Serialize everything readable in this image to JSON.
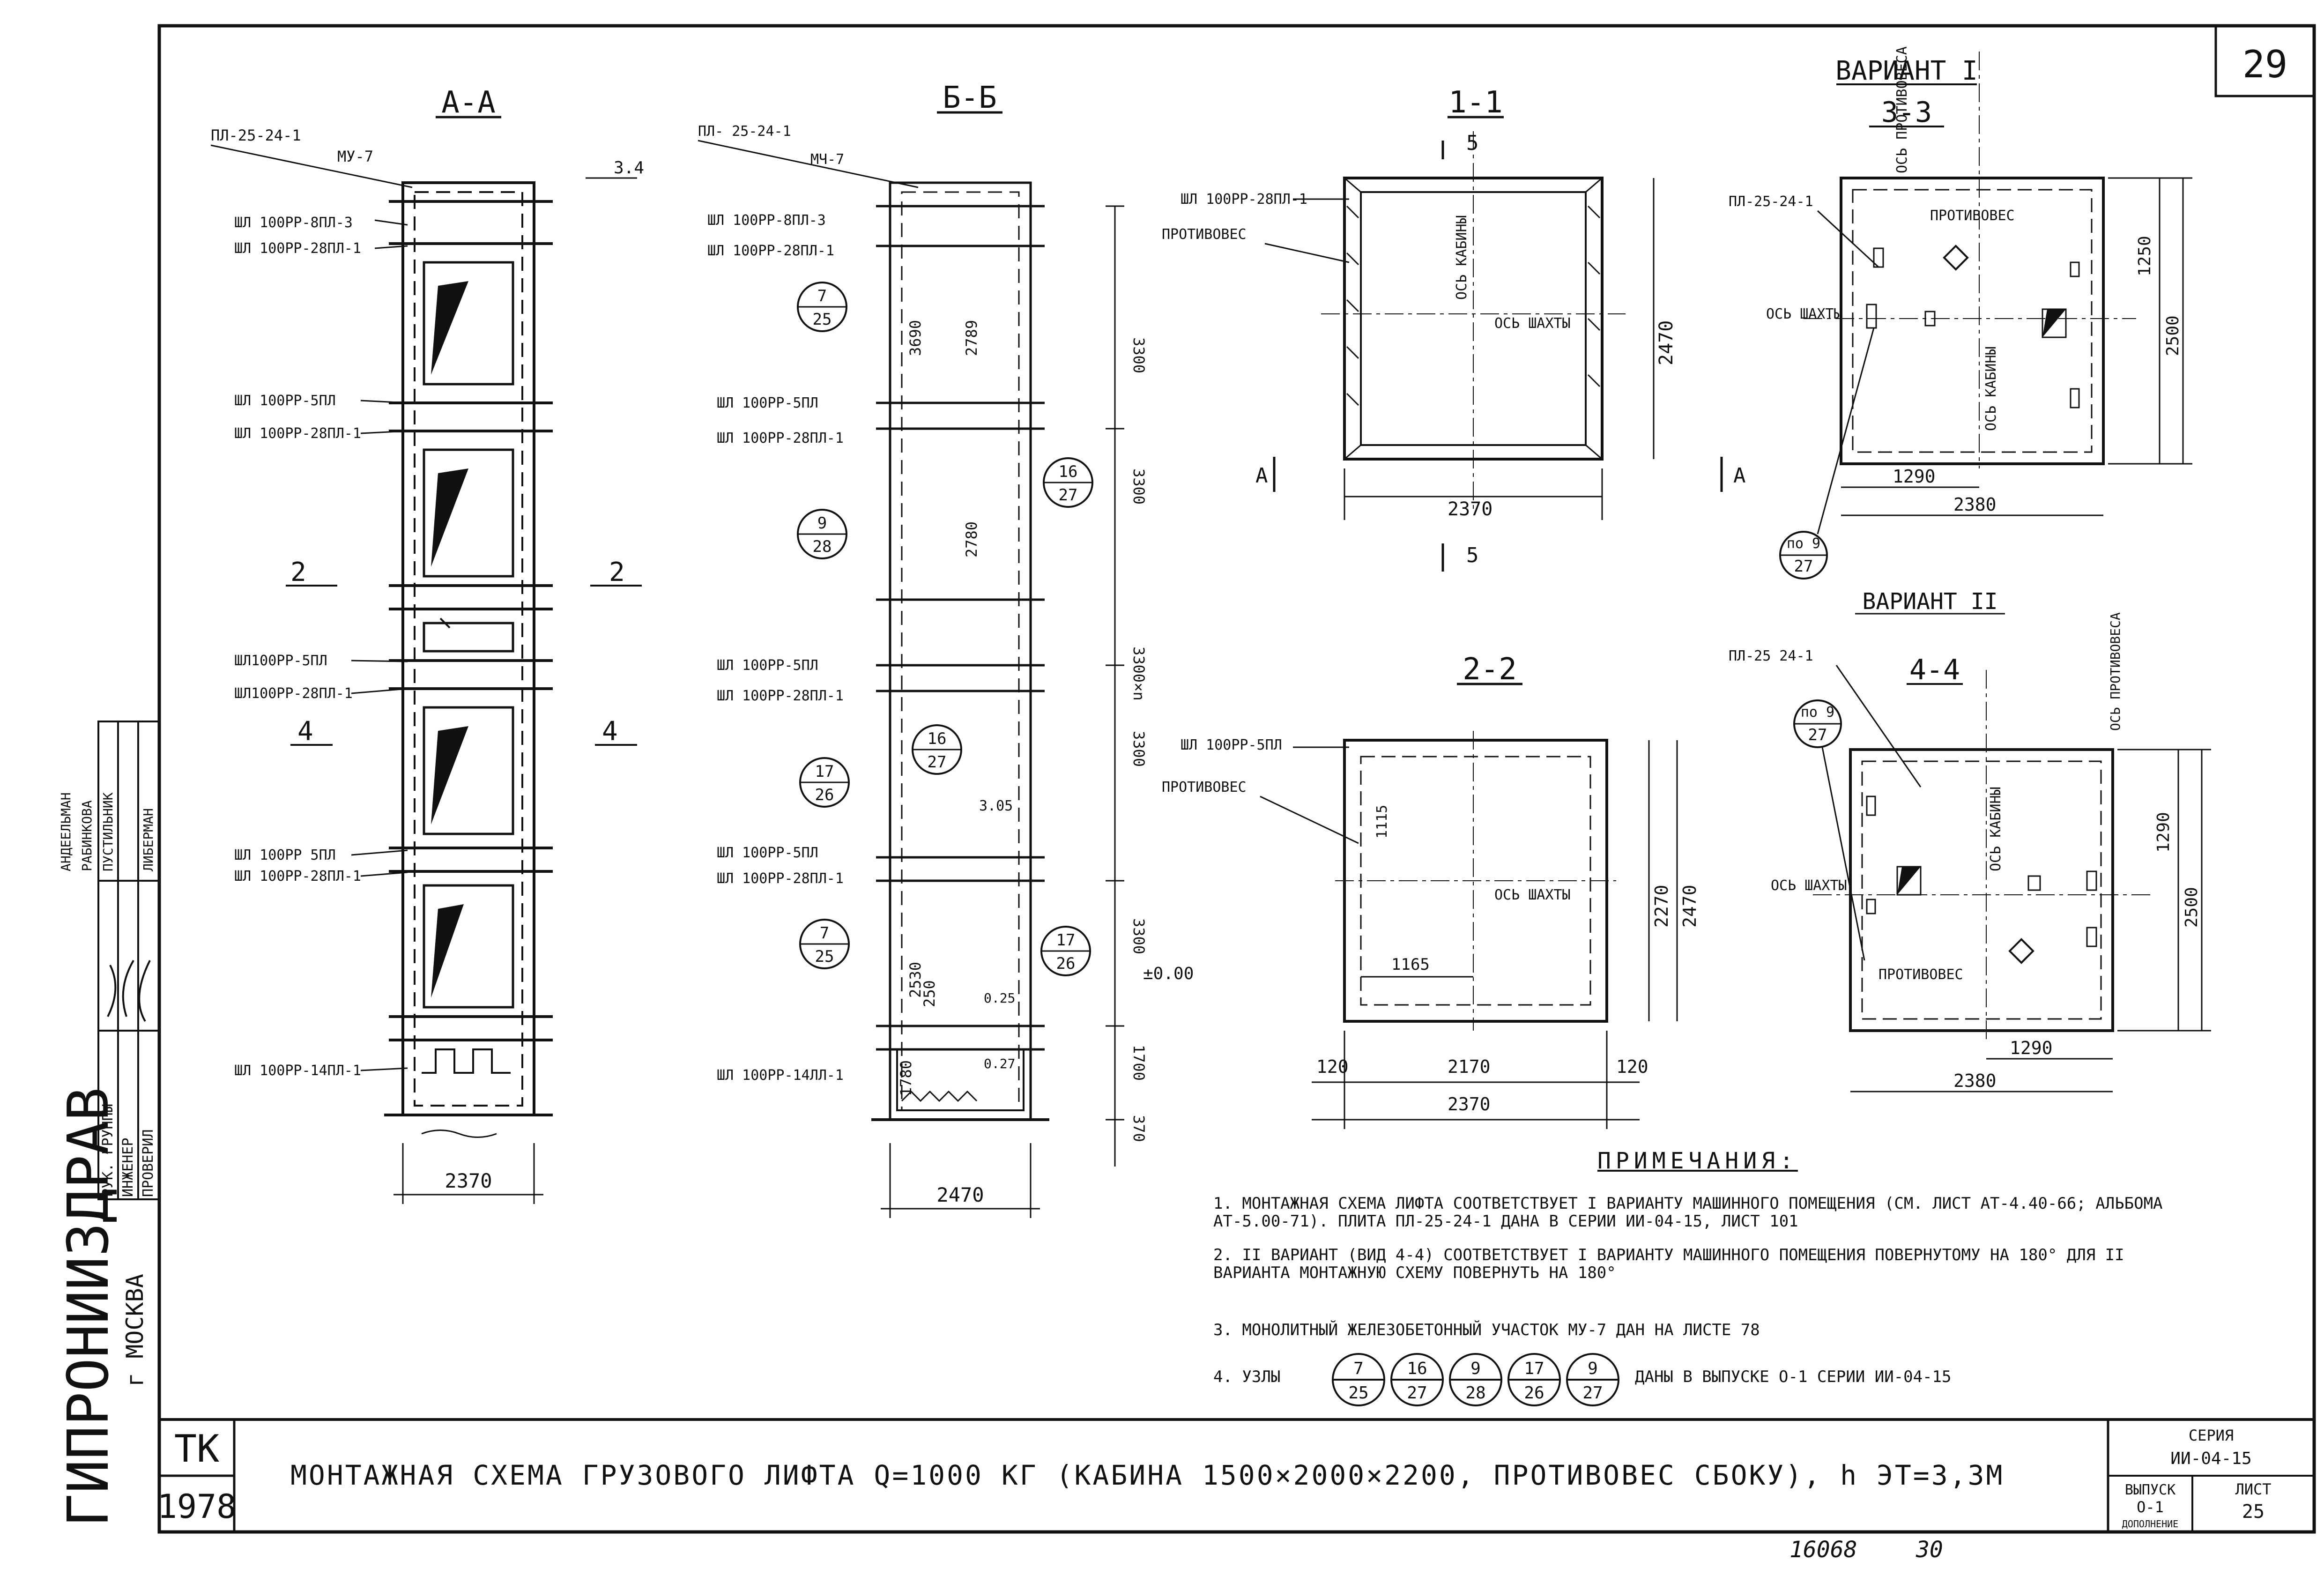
{
  "page_number": "29",
  "org": {
    "name": "ГИПРОНИИЗДРАВ",
    "city": "г МОСКВА"
  },
  "stamp": {
    "roles": [
      "РУК. ГРУППЫ",
      "ИНЖЕНЕР",
      "ПРОВЕРИЛ"
    ],
    "names": [
      "АНДЕЕЛЬМАН",
      "РАБИНКОВА",
      "ПУСТИЛЬНИК",
      "ЛИБЕРМАН"
    ]
  },
  "views": {
    "aa": {
      "title": "А-А",
      "top_label": "ПЛ-25-24-1",
      "mu": "МУ-7",
      "mark_3_4": "3.4",
      "dim_width": "2370",
      "labels": [
        "ШЛ 100РР-8ПЛ-3",
        "ШЛ 100РР-28ПЛ-1",
        "ШЛ 100РР-5ПЛ",
        "ШЛ 100РР-28ПЛ-1",
        "ШЛ100РР-5ПЛ",
        "ШЛ100РР-28ПЛ-1",
        "ШЛ 100РР 5ПЛ",
        "ШЛ 100РР-28ПЛ-1",
        "ШЛ 100РР-14ПЛ-1"
      ],
      "sec2": "2",
      "sec4": "4"
    },
    "bb": {
      "title": "Б-Б",
      "top_label": "ПЛ- 25-24-1",
      "mu": "МЧ-7",
      "dim_width": "2470",
      "labels": [
        "ШЛ 100РР-8ПЛ-3",
        "ШЛ 100РР-28ПЛ-1",
        "ШЛ 100РР-5ПЛ",
        "ШЛ 100РР-28ПЛ-1",
        "ШЛ 100РР-5ПЛ",
        "ШЛ 100РР-28ПЛ-1",
        "ШЛ 100РР-5ПЛ",
        "ШЛ 100РР-28ПЛ-1",
        "ШЛ 100РР-14ЛЛ-1"
      ],
      "inner_dims": [
        "3690",
        "2789",
        "2780",
        "2530",
        "1780",
        "250"
      ],
      "heights": [
        "3300",
        "3300",
        "3300×n",
        "3300",
        "3300",
        "1700",
        "370"
      ],
      "mark_zero": "±0.00",
      "mark_305": "3.05",
      "mark_025": "0.25",
      "mark_027": "0.27",
      "nodes": [
        {
          "top": "7",
          "bot": "25"
        },
        {
          "top": "16",
          "bot": "27"
        },
        {
          "top": "9",
          "bot": "28"
        },
        {
          "top": "17",
          "bot": "26"
        },
        {
          "top": "16",
          "bot": "27"
        },
        {
          "top": "7",
          "bot": "25"
        },
        {
          "top": "17",
          "bot": "26"
        }
      ]
    },
    "s11": {
      "title": "1-1",
      "label1": "ШЛ 100РР-28ПЛ-1",
      "label2": "ПРОТИВОВЕС",
      "axis_cab": "ОСЬ КАБИНЫ",
      "axis_shaft": "ОСЬ ШАХТЫ",
      "dim_w": "2370",
      "dim_h": "2470",
      "cut": "5",
      "a": "А"
    },
    "s22": {
      "title": "2-2",
      "label1": "ШЛ 100РР-5ПЛ",
      "label2": "ПРОТИВОВЕС",
      "axis": "ОСЬ ШАХТЫ",
      "d1115": "1115",
      "d1165": "1165",
      "d120a": "120",
      "d2170": "2170",
      "d120b": "120",
      "d2370": "2370",
      "d2270": "2270",
      "d2470": "2470"
    },
    "s33": {
      "variant": "ВАРИАНТ I",
      "title": "3-3",
      "pl": "ПЛ-25-24-1",
      "cw": "ПРОТИВОВЕС",
      "axis_cw": "ОСЬ ПРОТИВОВЕСА",
      "axis_shaft": "ОСЬ ШАХТЫ",
      "axis_cab": "ОСЬ КАБИНЫ",
      "node": "по 9",
      "node_b": "27",
      "d1250": "1250",
      "d2500": "2500",
      "d1290": "1290",
      "d2380": "2380"
    },
    "s44": {
      "variant": "ВАРИАНТ II",
      "title": "4-4",
      "pl": "ПЛ-25 24-1",
      "cw": "ПРОТИВОВЕС",
      "axis_cw": "ОСЬ ПРОТИВОВЕСА",
      "axis_shaft": "ОСЬ ШАХТЫ",
      "axis_cab": "ОСЬ КАБИНЫ",
      "node": "по 9",
      "node_b": "27",
      "d1290v": "1290",
      "d2500": "2500",
      "d1290": "1290",
      "d2380": "2380"
    }
  },
  "notes": {
    "heading": "ПРИМЕЧАНИЯ:",
    "n1": "1. МОНТАЖНАЯ СХЕМА ЛИФТА СООТВЕТСТВУЕТ I ВАРИАНТУ МАШИННОГО ПОМЕЩЕНИЯ (СМ. ЛИСТ АТ-4.40-66; АЛЬБОМА АТ-5.00-71). ПЛИТА ПЛ-25-24-1 ДАНА В СЕРИИ ИИ-04-15, ЛИСТ 101",
    "n2": "2. II ВАРИАНТ (ВИД 4-4) СООТВЕТСТВУЕТ I ВАРИАНТУ МАШИННОГО ПОМЕЩЕНИЯ ПОВЕРНУТОМУ НА 180° ДЛЯ II ВАРИАНТА МОНТАЖНУЮ СХЕМУ ПОВЕРНУТЬ НА 180°",
    "n3": "3. МОНОЛИТНЫЙ ЖЕЛЕЗОБЕТОННЫЙ УЧАСТОК МУ-7 ДАН НА ЛИСТЕ 78",
    "n4_pre": "4. УЗЛЫ",
    "n4_post": "ДАНЫ В ВЫПУСКЕ О-1 СЕРИИ ИИ-04-15",
    "n4_nodes": [
      {
        "top": "7",
        "bot": "25"
      },
      {
        "top": "16",
        "bot": "27"
      },
      {
        "top": "9",
        "bot": "28"
      },
      {
        "top": "17",
        "bot": "26"
      },
      {
        "top": "9",
        "bot": "27"
      }
    ]
  },
  "title_block": {
    "tk": "ТК",
    "year": "1978",
    "title": "МОНТАЖНАЯ СХЕМА ГРУЗОВОГО ЛИФТА Q=1000 КГ (КАБИНА 1500×2000×2200, ПРОТИВОВЕС СБОКУ), h ЭТ=3,3М",
    "series_label": "СЕРИЯ",
    "series": "ИИ-04-15",
    "issue_label": "ВЫПУСК",
    "issue": "О-1",
    "issue_sub": "ДОПОЛНЕНИЕ",
    "sheet_label": "ЛИСТ",
    "sheet": "25"
  },
  "footer": {
    "code": "16068",
    "num": "30"
  }
}
